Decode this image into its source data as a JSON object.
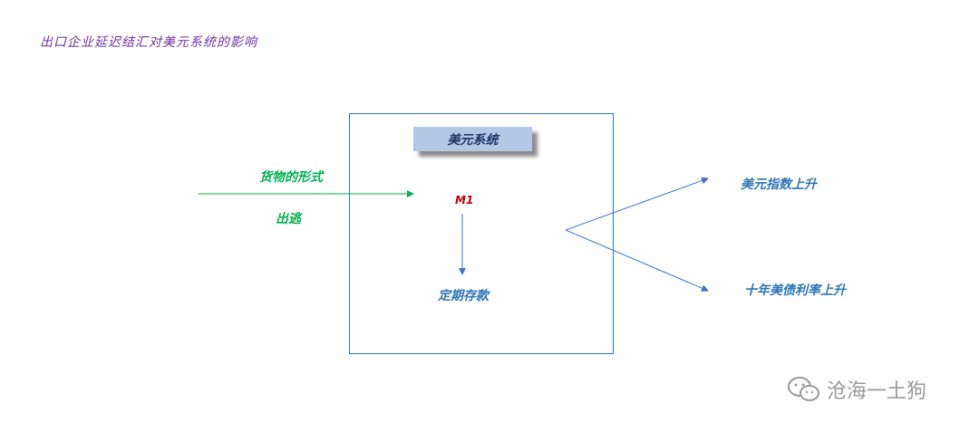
{
  "title": "出口企业延迟结汇对美元系统的影响",
  "usd_system": "美元系统",
  "input_top": "货物的形式",
  "input_bottom": "出逃",
  "m1": "M1",
  "deposit": "定期存款",
  "outcome_top": "美元指数上升",
  "outcome_bottom": "十年美债利率上升",
  "watermark": {
    "text": "沧海一土狗",
    "icon": "wechat-icon"
  },
  "colors": {
    "title": "#7030a0",
    "frame": "#2e75b6",
    "green": "#00b050",
    "arrow": "#4472c4",
    "m1": "#c00000",
    "box": "#b4c7e7"
  }
}
